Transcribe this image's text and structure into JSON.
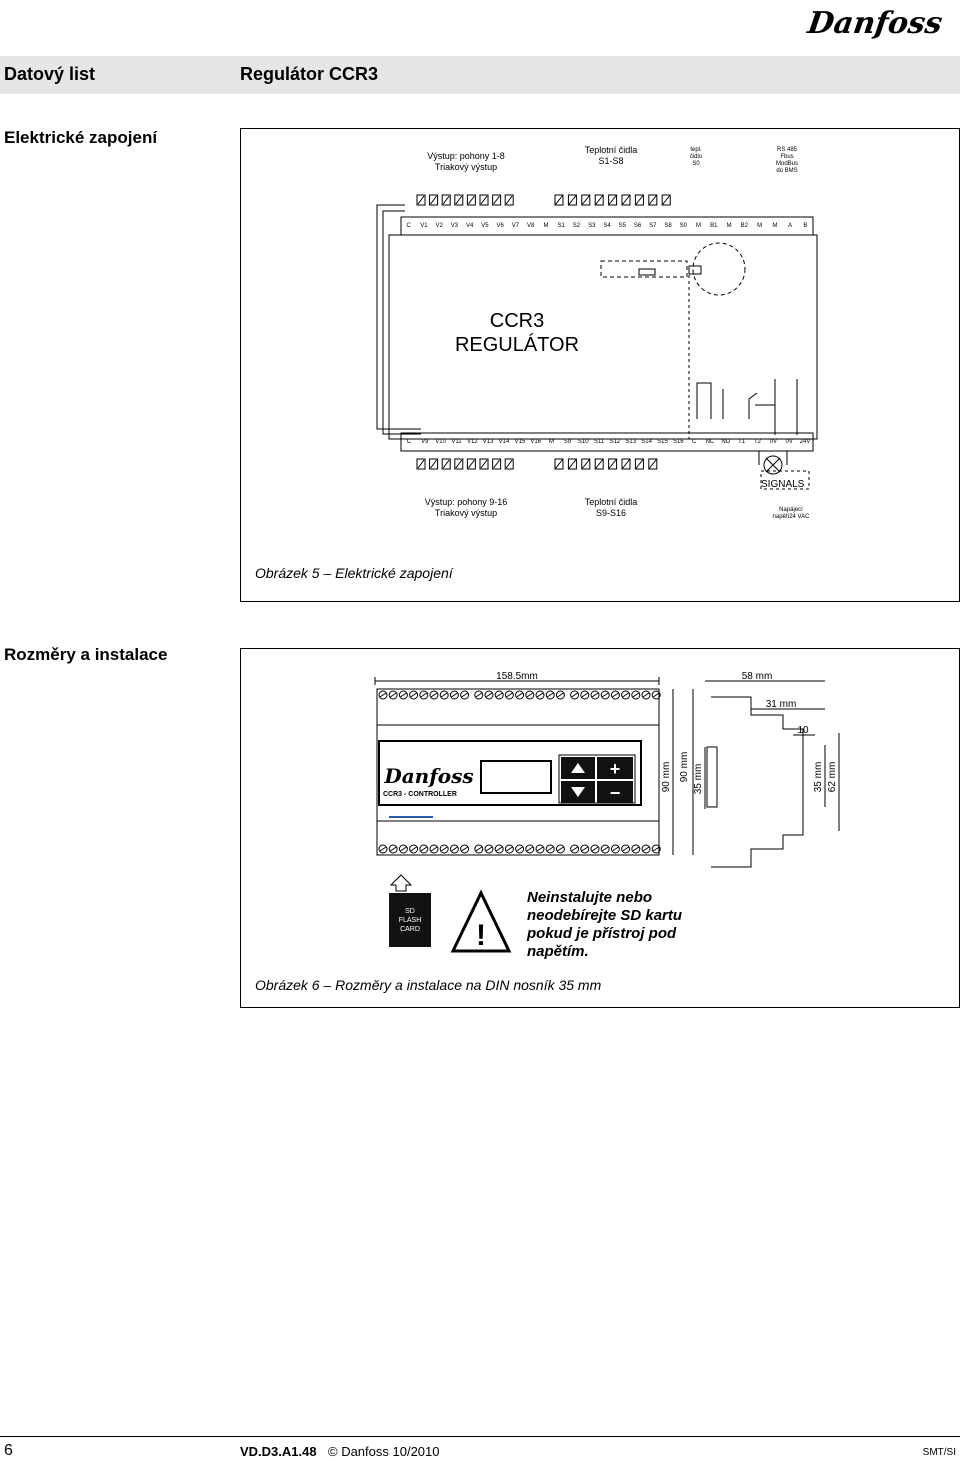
{
  "brand": {
    "logo_text": "Danfoss"
  },
  "header": {
    "left": "Datový list",
    "right": "Regulátor CCR3"
  },
  "section_electrical": {
    "title": "Elektrické zapojení",
    "top_outputs_label": [
      "Výstup: pohony 1-8",
      "Triakový výstup"
    ],
    "top_sensors_label": [
      "Teplotní čidla",
      "S1-S8"
    ],
    "sensor_s0_label": [
      "tepl.",
      "čidlo",
      "S0"
    ],
    "rs485_label": [
      "RS 485",
      "Fbus",
      "ModBus",
      "do BMS"
    ],
    "top_terminals": [
      "C",
      "V1",
      "V2",
      "V3",
      "V4",
      "V5",
      "V6",
      "V7",
      "V8",
      "M",
      "S1",
      "S2",
      "S3",
      "S4",
      "S5",
      "S6",
      "S7",
      "S8",
      "S0",
      "M",
      "B1",
      "M",
      "B2",
      "M",
      "M",
      "A",
      "B"
    ],
    "controller_name": [
      "CCR3",
      "REGULÁTOR"
    ],
    "bottom_terminals": [
      "C",
      "V9",
      "V10",
      "V11",
      "V12",
      "V13",
      "V14",
      "V15",
      "V16",
      "M",
      "S9",
      "S10",
      "S11",
      "S12",
      "S13",
      "S14",
      "S15",
      "S16",
      "C",
      "NC",
      "NO",
      "T1",
      "T2",
      "0V",
      "0V",
      "24V"
    ],
    "signals_label": "SIGNALS",
    "bottom_outputs_label": [
      "Výstup: pohony 9-16",
      "Triakový výstup"
    ],
    "bottom_sensors_label": [
      "Teplotní čidla",
      "S9-S16"
    ],
    "power_label": [
      "Napájecí",
      "napětí24 VAC"
    ],
    "caption": "Obrázek 5 – Elektrické zapojení"
  },
  "section_dimensions": {
    "title": "Rozměry a instalace",
    "dim_width": "158.5mm",
    "dim_depth": "58 mm",
    "dim_31": "31 mm",
    "dim_10": "10",
    "dim_90a": "90 mm",
    "dim_90b": "90 mm",
    "dim_35a": "35 mm",
    "dim_35b": "35 mm",
    "dim_62": "62 mm",
    "device_label": "CCR3 - CONTROLLER",
    "device_logo": "Danfoss",
    "btn_plus": "+",
    "btn_minus": "−",
    "sd_card": [
      "SD",
      "FLASH",
      "CARD"
    ],
    "warning": [
      "Neinstalujte nebo",
      "neodebírejte SD kartu",
      "pokud je přístroj pod",
      "napětím."
    ],
    "warning_symbol": "!",
    "caption": "Obrázek 6 – Rozměry a instalace na DIN nosník 35 mm"
  },
  "footer": {
    "page": "6",
    "doc": "VD.D3.A1.48",
    "copyright": "© Danfoss 10/2010",
    "code": "SMT/SI"
  }
}
